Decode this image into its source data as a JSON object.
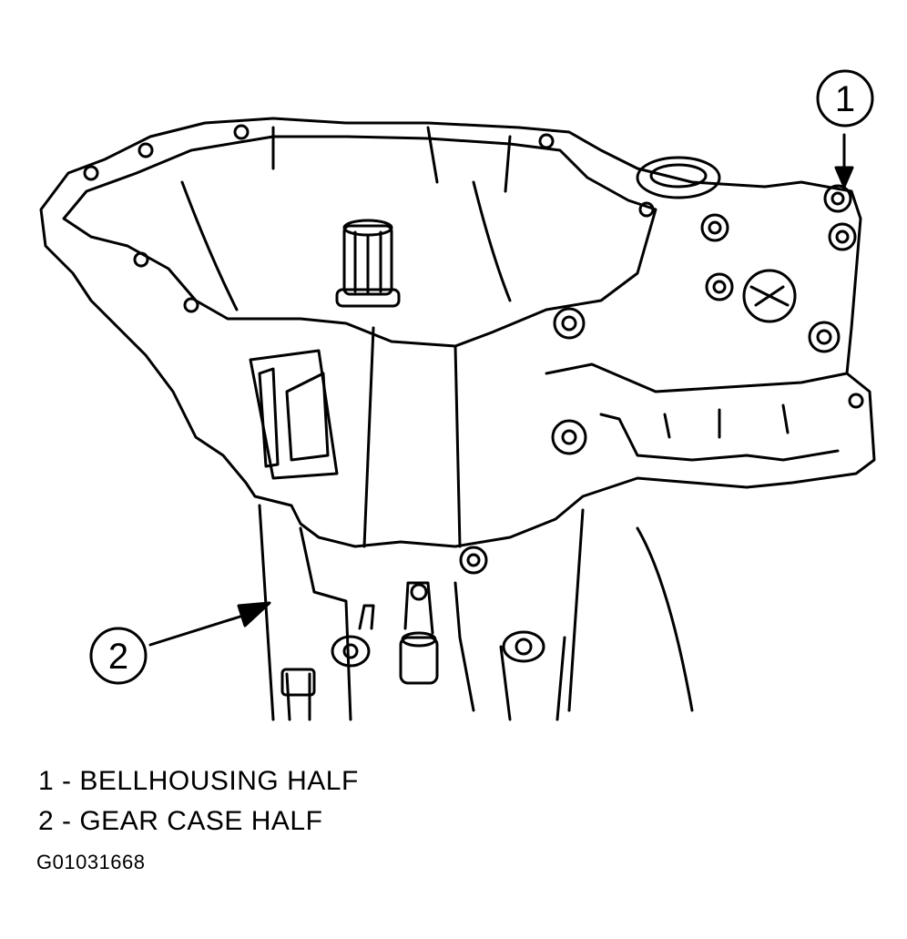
{
  "callouts": [
    {
      "number": "1"
    },
    {
      "number": "2"
    }
  ],
  "legend": [
    {
      "text": "1 - BELLHOUSING HALF"
    },
    {
      "text": "2 - GEAR CASE HALF"
    }
  ],
  "figure_id": "G01031668"
}
